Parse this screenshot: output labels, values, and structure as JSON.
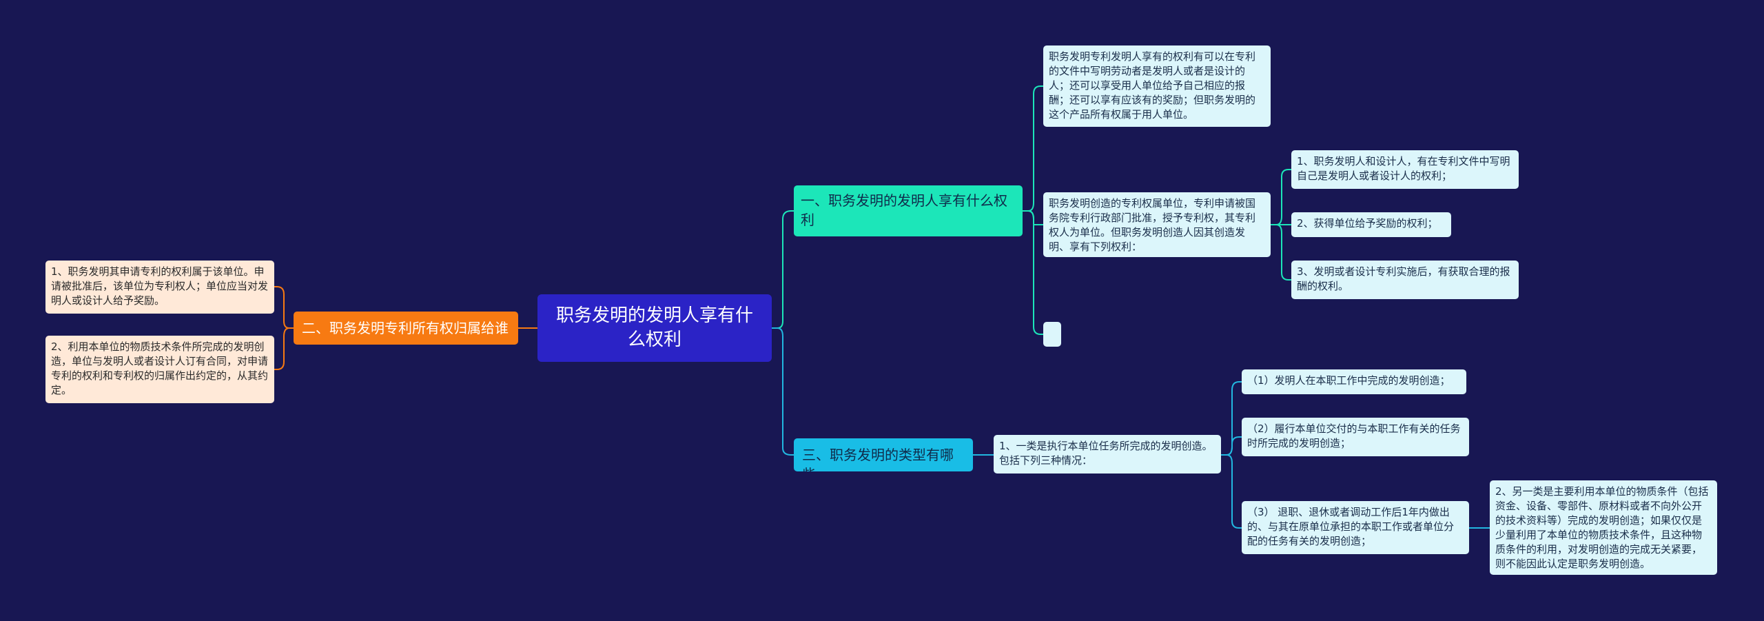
{
  "root": {
    "label": "职务发明的发明人享有什么权利"
  },
  "branches": {
    "inventor_rights": {
      "label": "一、职务发明的发明人享有什么权利",
      "color": "#1ce6b9",
      "children": {
        "c1": "职务发明专利发明人享有的权利有可以在专利的文件中写明劳动者是发明人或者是设计的人；还可以享受用人单位给予自己相应的报酬；还可以享有应该有的奖励；但职务发明的这个产品所有权属于用人单位。",
        "c2": "职务发明创造的专利权属单位，专利申请被国务院专利行政部门批准，授予专利权，其专利权人为单位。但职务发明创造人因其创造发明、享有下列权利：",
        "c2_children": [
          "1、职务发明人和设计人，有在专利文件中写明自己是发明人或者设计人的权利；",
          "2、获得单位给予奖励的权利；",
          "3、发明或者设计专利实施后，有获取合理的报酬的权利。"
        ],
        "c3": ""
      }
    },
    "invention_types": {
      "label": "三、职务发明的类型有哪些",
      "color": "#19bde6",
      "child": "1、一类是执行本单位任务所完成的发明创造。包括下列三种情况：",
      "sub_children": [
        "（1）发明人在本职工作中完成的发明创造；",
        "（2）履行本单位交付的与本职工作有关的任务时所完成的发明创造；",
        "（3） 退职、退休或者调动工作后1年内做出的、与其在原单位承担的本职工作或者单位分配的任务有关的发明创造；"
      ],
      "far_child": "2、另一类是主要利用本单位的物质条件（包括资金、设备、零部件、原材料或者不向外公开的技术资料等）完成的发明创造；如果仅仅是少量利用了本单位的物质技术条件，且这种物质条件的利用，对发明创造的完成无关紧要，则不能因此认定是职务发明创造。"
    },
    "ownership": {
      "label": "二、职务发明专利所有权归属给谁",
      "color": "#f77a12",
      "children": [
        "1、职务发明其申请专利的权利属于该单位。申请被批准后，该单位为专利权人；单位应当对发明人或设计人给予奖励。",
        "2、利用本单位的物质技术条件所完成的发明创造，单位与发明人或者设计人订有合同，对申请专利的权利和专利权的归属作出约定的，从其约定。"
      ]
    }
  },
  "colors": {
    "background": "#181753",
    "root": "#2b23c6",
    "link_teal": "#1ce6b9",
    "link_blue": "#22b8e0",
    "link_orange": "#f77a12"
  }
}
